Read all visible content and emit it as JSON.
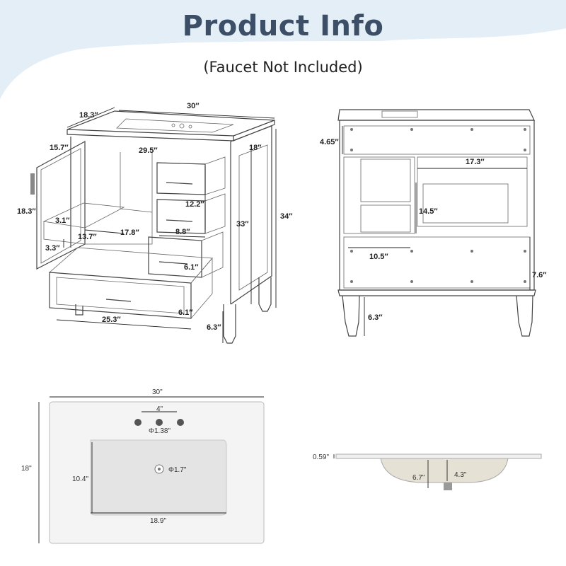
{
  "header": {
    "title": "Product Info",
    "subtitle": "(Faucet Not Included)"
  },
  "colors": {
    "title": "#3d4f66",
    "band": "#e3eef7"
  },
  "front_view": {
    "width": "30″",
    "depth_top": "18.3″",
    "depth_side": "18″",
    "inner_width": "29.5″",
    "door_depth": "15.7″",
    "door_height": "18.3″",
    "shelf_height": "3.1″",
    "shelf_width": "13.7″",
    "shelf_depth": "17.8″",
    "shelf_gap": "3.3″",
    "drawer_height_upper": "12.2″",
    "drawer_width_upper": "8.8″",
    "drawer_height_mid": "6.1″",
    "drawer_height_bottom": "6.1″",
    "drawer_width_bottom": "25.3″",
    "cabinet_height": "33″",
    "total_height": "34″",
    "leg_height": "6.3″"
  },
  "back_view": {
    "top_panel": "4.65″",
    "opening_width": "17.3″",
    "opening_height": "14.5″",
    "inner_width": "10.5″",
    "base_height": "7.6″",
    "leg_height": "6.3″"
  },
  "sink_top": {
    "width": "30\"",
    "depth": "18\"",
    "faucet_spacing": "4\"",
    "faucet_hole": "Φ1.38\"",
    "drain_hole": "Φ1.7\"",
    "basin_depth": "10.4\"",
    "basin_width": "18.9\""
  },
  "sink_side": {
    "thickness": "0.59\"",
    "bowl_depth": "6.7\"",
    "drain_depth": "4.3\""
  }
}
